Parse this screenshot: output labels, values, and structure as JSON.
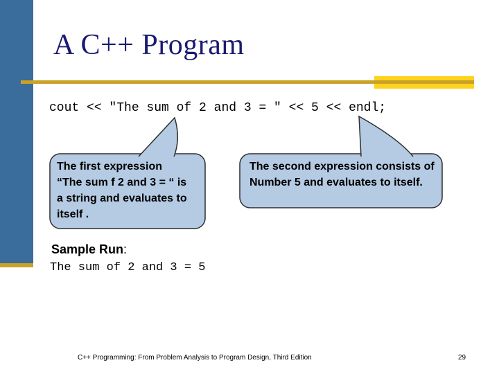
{
  "slide": {
    "title": "A C++ Program",
    "code_line": "cout << \"The sum of 2 and 3 = \" << 5 << endl;",
    "callout_left": {
      "lines": {
        "0": "The first expression",
        "1": "“The sum f 2 and 3 = “ is",
        "2": "a string and evaluates to",
        "3": "itself ."
      }
    },
    "callout_right": {
      "lines": {
        "0": "The second expression consists of",
        "1": "Number 5 and evaluates to itself."
      }
    },
    "sample_run_label": "Sample Run",
    "sample_run_colon": ":",
    "sample_output": "The sum of 2 and 3 = 5",
    "footer": {
      "text": "C++ Programming: From Problem Analysis to Program Design, Third Edition",
      "page_number": "29"
    },
    "colors": {
      "sidebar_blue": "#3A6C9C",
      "title_navy": "#1A1A70",
      "gold_line": "#C9A227",
      "gold_highlight": "#FFD21E",
      "callout_fill": "#B5CBE3",
      "callout_border": "#2E2E2E"
    }
  }
}
